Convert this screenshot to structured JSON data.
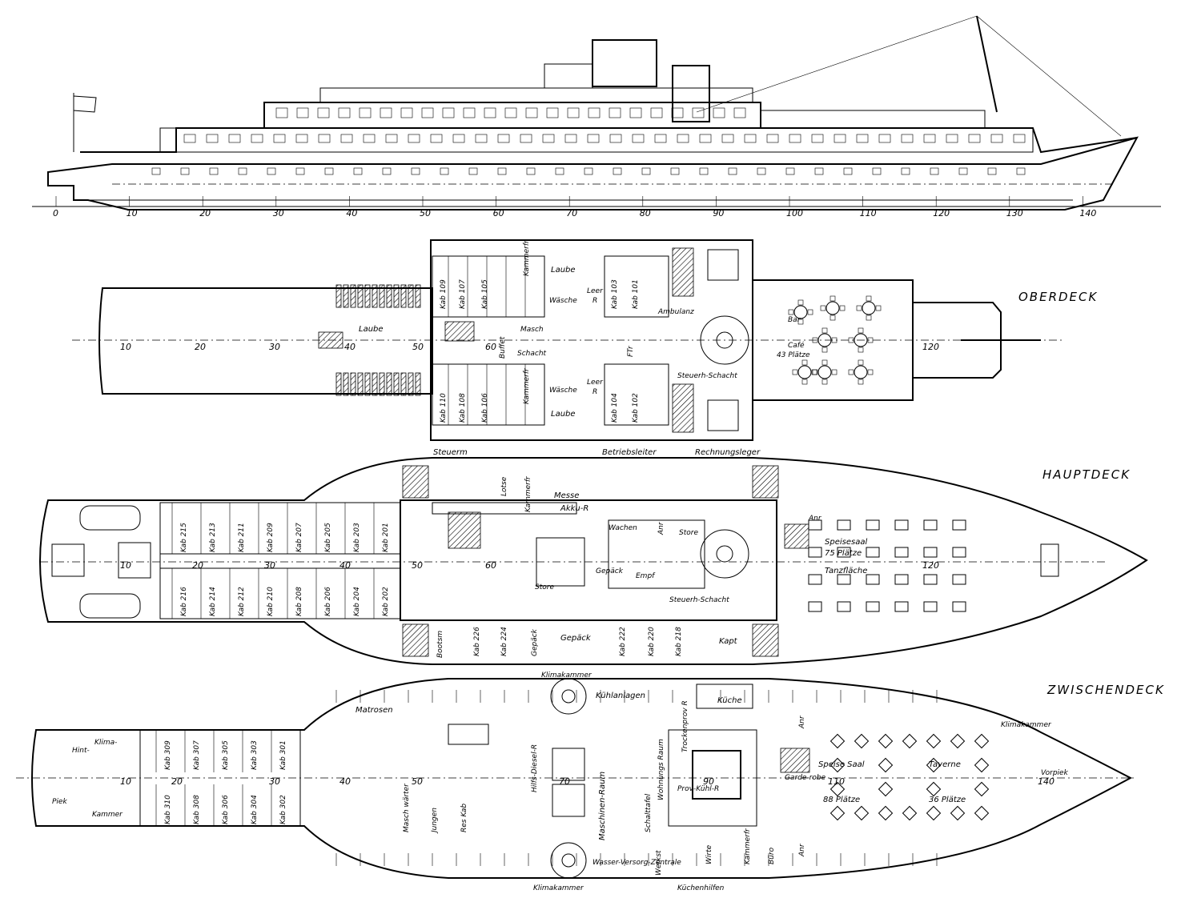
{
  "decks": {
    "oberdeck": "OBERDECK",
    "hauptdeck": "HAUPTDECK",
    "zwischendeck": "ZWISCHENDECK"
  },
  "profile_frames": [
    "0",
    "10",
    "20",
    "30",
    "40",
    "50",
    "60",
    "70",
    "80",
    "90",
    "100",
    "110",
    "120",
    "130",
    "140"
  ],
  "oberdeck_frames": [
    "10",
    "20",
    "30",
    "40",
    "50",
    "60",
    "120"
  ],
  "hauptdeck_frames": [
    "10",
    "20",
    "30",
    "40",
    "50",
    "60",
    "120"
  ],
  "zwischendeck_frames": [
    "10",
    "20",
    "30",
    "40",
    "50",
    "70",
    "90",
    "110",
    "140"
  ],
  "oberdeck": {
    "laube_aft": "Laube",
    "laube_top": "Laube",
    "laube_bottom": "Laube",
    "kab_top": [
      "Kab 109",
      "Kab 107",
      "Kab 105",
      "Kab 103",
      "Kab 101"
    ],
    "kab_bottom": [
      "Kab 110",
      "Kab 108",
      "Kab 106",
      "Kab 104",
      "Kab 102"
    ],
    "kammerfr_top": "Kammerfr",
    "kammerfr_bottom": "Kammerfr",
    "wasche_top": "Wäsche",
    "wasche_bottom": "Wäsche",
    "leer_top_1": "Leer",
    "leer_top_2": "R",
    "leer_bottom_1": "Leer",
    "leer_bottom_2": "R",
    "buffet": "Buffet",
    "masch": "Masch",
    "schacht": "Schacht",
    "ftr": "FTr",
    "ambulanz": "Ambulanz",
    "steuerh": "Steuerh-Schacht",
    "bar": "Bar",
    "cafe": "Café",
    "cafe_plaetze": "43 Plätze"
  },
  "hauptdeck": {
    "top_labels": [
      "Steuerm",
      "Betriebsleiter",
      "Rechnungsleger"
    ],
    "lotse": "Lotse",
    "kammerfr": "Kammerfr",
    "messe": "Messe",
    "akku": "Akku-R",
    "kab_top": [
      "Kab 215",
      "Kab 213",
      "Kab 211",
      "Kab 209",
      "Kab 207",
      "Kab 205",
      "Kab 203",
      "Kab 201"
    ],
    "kab_bottom": [
      "Kab 216",
      "Kab 214",
      "Kab 212",
      "Kab 210",
      "Kab 208",
      "Kab 206",
      "Kab 204",
      "Kab 202"
    ],
    "kab_lower_right": [
      "Kab 226",
      "Kab 224",
      "Kab 222",
      "Kab 220",
      "Kab 218"
    ],
    "wachen": "Wachen",
    "anr_1": "Anr",
    "anr_2": "Anr",
    "store_1": "Store",
    "store_2": "Store",
    "gepack_1": "Gepäck",
    "gepack_2": "Gepäck",
    "gepack_3": "Gepäck",
    "empf": "Empf",
    "steuerh": "Steuerh-Schacht",
    "speisesaal": "Speisesaal",
    "speisesaal_plaetze": "75 Plätze",
    "tanzflache": "Tanzfläche",
    "bootsm": "Bootsm",
    "kapt": "Kapt"
  },
  "zwischendeck": {
    "hint_piek_1": "Hint-",
    "hint_piek_2": "Piek",
    "klima_1": "Klima-",
    "klima_2": "Kammer",
    "kab_top": [
      "Kab 309",
      "Kab 307",
      "Kab 305",
      "Kab 303",
      "Kab 301"
    ],
    "kab_bottom": [
      "Kab 310",
      "Kab 308",
      "Kab 306",
      "Kab 304",
      "Kab 302"
    ],
    "matrosen": "Matrosen",
    "masch_warter": "Masch wärter",
    "jungen": "Jungen",
    "res_kab": "Res Kab",
    "klimakammer_top": "Klimakammer",
    "klimakammer_bottom": "Klimakammer",
    "klimakammer_fwd": "Klimakammer",
    "hilfs_diesel": "Hilfs-Diesel-R",
    "kuhlanlagen": "Kühlanlagen",
    "maschinen_raum": "Maschinen-Raum",
    "wasser": "Wasser-Versorg-Zentrale",
    "schalttafel": "Schalttafel",
    "wohnungsraum": "Wohnungs Raum",
    "trockenprov": "Trockenprov R",
    "kuche": "Küche",
    "prov_kuhl": "Prov-Kühl-R",
    "werkst": "Werkst",
    "wirte": "Wirte",
    "kammerfr": "Kammerfr",
    "kuchenhilfen": "Küchenhilfen",
    "buro": "Büro",
    "anr_1": "Anr",
    "anr_2": "Anr",
    "garderobe": "Garde-robe",
    "speise_saal": "Speise Saal",
    "speise_plaetze": "88 Plätze",
    "taverne": "Taverne",
    "taverne_plaetze": "36 Plätze",
    "vorpiek": "Vorpiek"
  }
}
